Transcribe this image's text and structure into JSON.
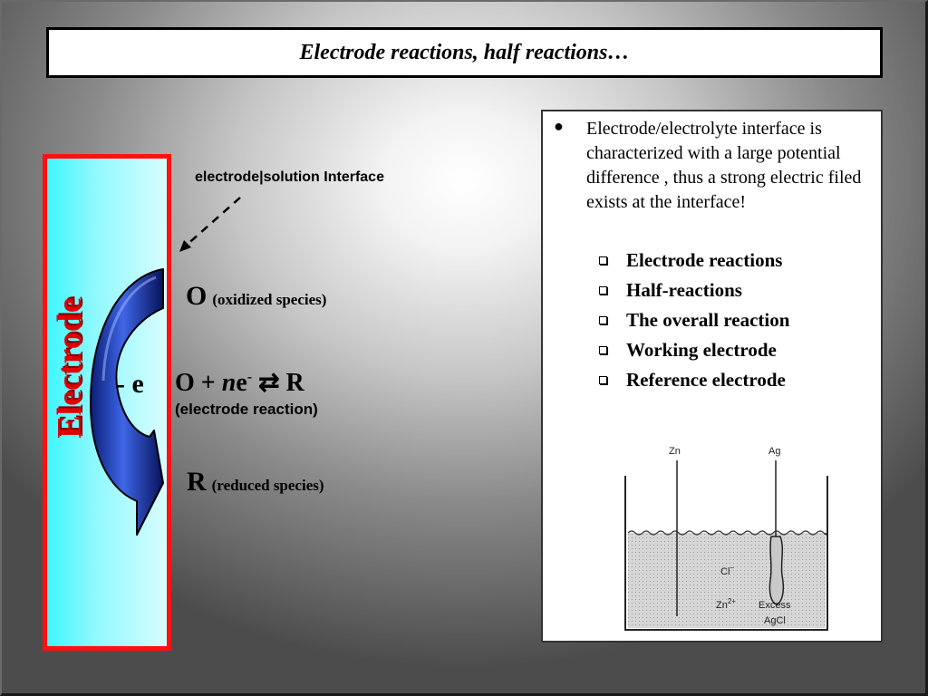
{
  "slide": {
    "title": "Electrode reactions, half reactions…"
  },
  "diagram": {
    "electrode_label": "Electrode",
    "interface_label": "electrode|solution Interface",
    "electron_label": "- e",
    "oxidized": {
      "symbol": "O",
      "description": "(oxidized species)"
    },
    "reaction": {
      "lhs": "O + ",
      "n": "n",
      "e": "e",
      "charge": "-",
      "arrow": "⇄",
      "rhs": " R",
      "caption": "(electrode reaction)"
    },
    "reduced": {
      "symbol": "R",
      "description": "(reduced species)"
    },
    "colors": {
      "electrode_fill": "#3ff6ff",
      "electrode_border": "#ff1111",
      "electrode_label": "#e00000",
      "arrow": "#0a2a9c"
    }
  },
  "info": {
    "intro_bullet": "●",
    "intro": "Electrode/electrolyte interface is characterized with a large potential difference , thus a strong electric filed exists at the interface!",
    "items": [
      {
        "label": "Electrode reactions"
      },
      {
        "label": "Half-reactions"
      },
      {
        "label": "The overall reaction"
      },
      {
        "label": "Working electrode"
      },
      {
        "label": "Reference electrode"
      }
    ]
  },
  "cell": {
    "zn_label": "Zn",
    "ag_label": "Ag",
    "cl_label": "Cl",
    "cl_charge": "−",
    "zn_ion_label": "Zn",
    "zn_ion_charge": "2+",
    "excess_label": "Excess",
    "agcl_label": "AgCl"
  }
}
